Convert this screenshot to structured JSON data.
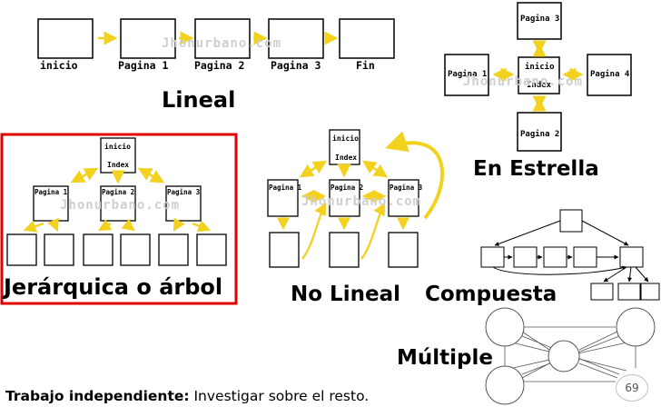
{
  "watermark": "Jhonurbano.com",
  "lineal": {
    "title": "Lineal",
    "labels": [
      "inicio",
      "Pagina 1",
      "Pagina 2",
      "Pagina 3",
      "Fin"
    ]
  },
  "estrella": {
    "title": "En Estrella",
    "center_line1": "inicio",
    "center_line2": "Index",
    "top": "Pagina 3",
    "left": "Pagina 1",
    "right": "Pagina 4",
    "bottom": "Pagina 2"
  },
  "jerarquica": {
    "title": "Jerárquica o árbol",
    "root_line1": "inicio",
    "root_line2": "Index",
    "children": [
      "Pagina 1",
      "Pagina 2",
      "Pagina 3"
    ]
  },
  "no_lineal": {
    "title": "No Lineal",
    "root_line1": "inicio",
    "root_line2": "Index",
    "children": [
      "Pagina 1",
      "Pagina 2",
      "Pagina 3"
    ]
  },
  "compuesta": {
    "title": "Compuesta"
  },
  "multiple": {
    "title": "Múltiple"
  },
  "footer": {
    "bold": "Trabajo independiente:",
    "text": " Investigar sobre el resto."
  },
  "page_number": "69",
  "colors": {
    "arrow": "#f2d21e",
    "highlight_border": "#e00000",
    "box_border": "#000000"
  }
}
